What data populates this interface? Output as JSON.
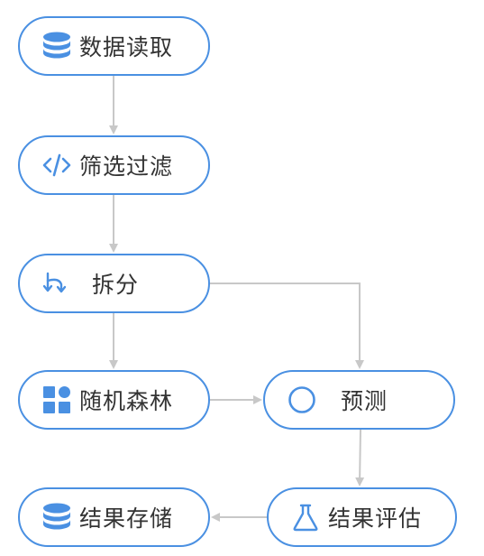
{
  "nodes": {
    "read": {
      "label": "数据读取",
      "icon": "database-icon"
    },
    "filter": {
      "label": "筛选过滤",
      "icon": "code-icon"
    },
    "split": {
      "label": "拆分",
      "icon": "split-arrow-icon"
    },
    "rf": {
      "label": "随机森林",
      "icon": "grid-apps-icon"
    },
    "pred": {
      "label": "预测",
      "icon": "circle-icon"
    },
    "store": {
      "label": "结果存储",
      "icon": "database-icon"
    },
    "eval": {
      "label": "结果评估",
      "icon": "flask-icon"
    }
  },
  "edges": [
    [
      "read",
      "filter"
    ],
    [
      "filter",
      "split"
    ],
    [
      "split",
      "rf"
    ],
    [
      "split",
      "pred"
    ],
    [
      "rf",
      "pred"
    ],
    [
      "pred",
      "eval"
    ],
    [
      "eval",
      "store"
    ]
  ],
  "colors": {
    "accent": "#4a90e2",
    "edge": "#c8c8c8",
    "text": "#333333"
  }
}
